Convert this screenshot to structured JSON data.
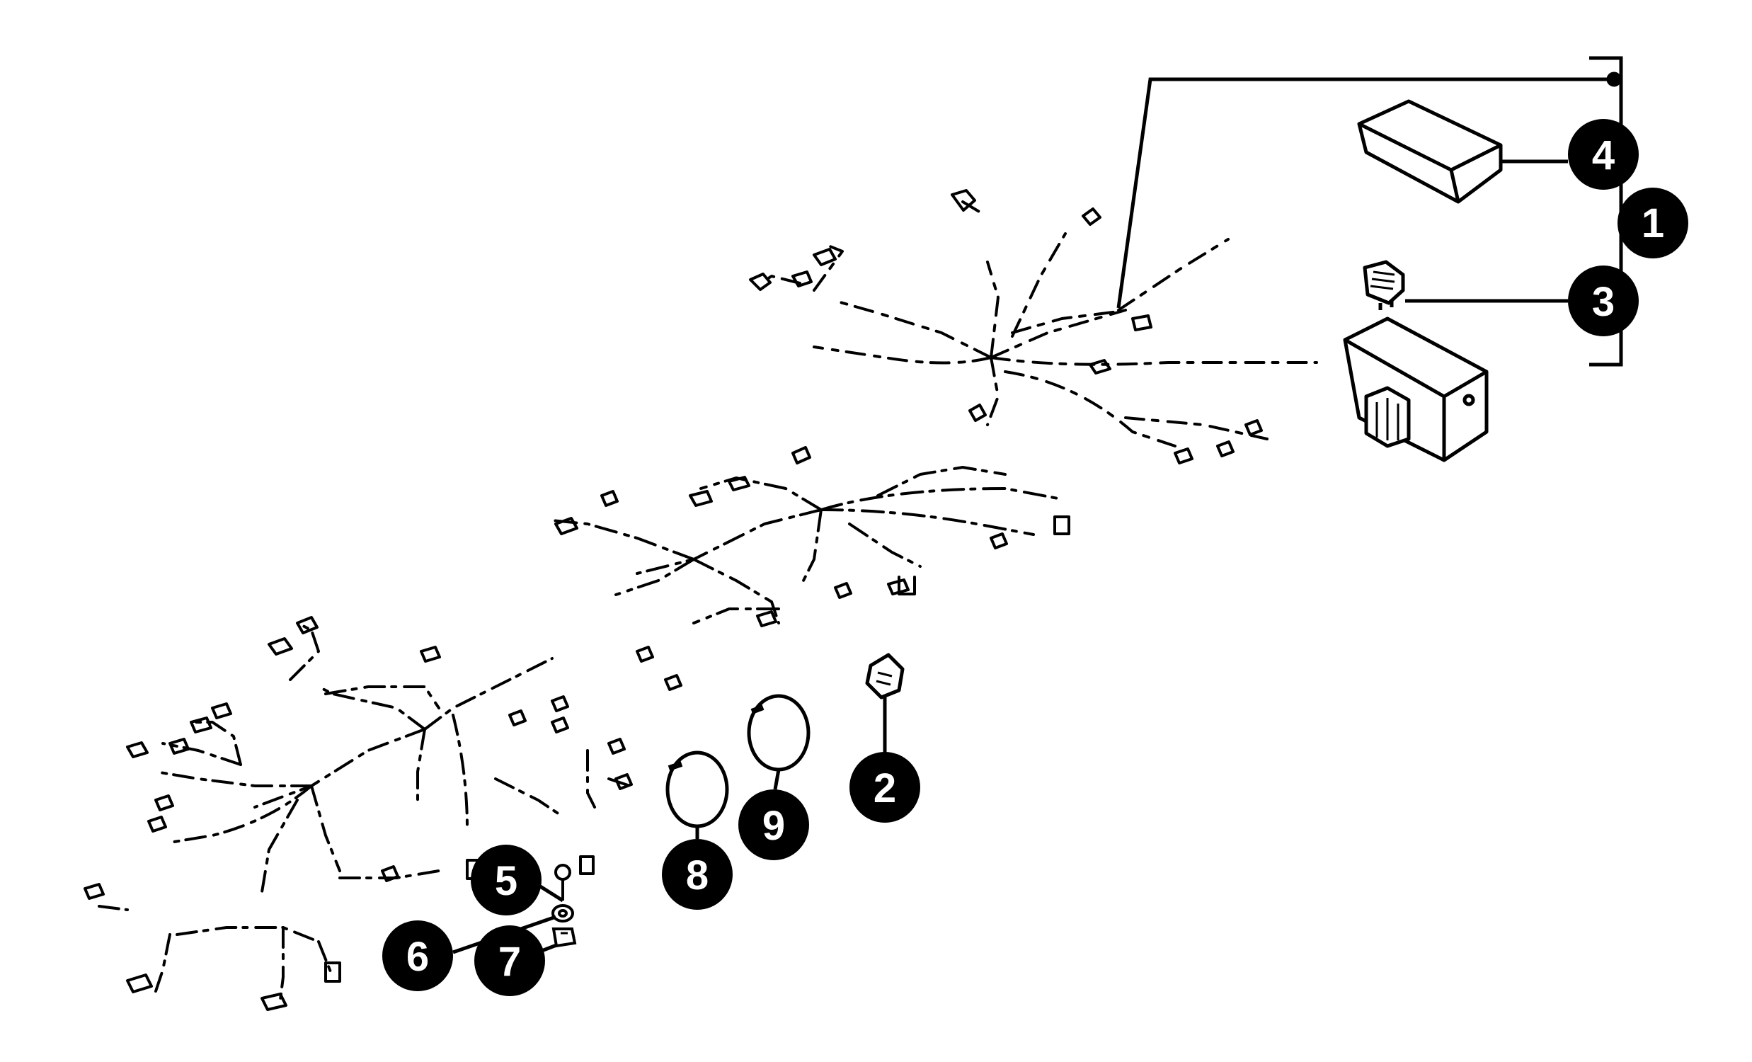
{
  "colors": {
    "ink": "#000000",
    "paper": "#ffffff"
  },
  "callouts": [
    {
      "id": "1",
      "label": "1"
    },
    {
      "id": "2",
      "label": "2"
    },
    {
      "id": "3",
      "label": "3"
    },
    {
      "id": "4",
      "label": "4"
    },
    {
      "id": "5",
      "label": "5"
    },
    {
      "id": "6",
      "label": "6"
    },
    {
      "id": "7",
      "label": "7"
    },
    {
      "id": "8",
      "label": "8"
    },
    {
      "id": "9",
      "label": "9"
    }
  ]
}
